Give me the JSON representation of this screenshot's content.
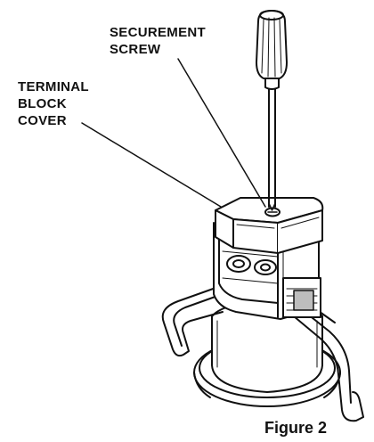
{
  "labels": {
    "securement_screw": [
      "SECUREMENT",
      "SCREW"
    ],
    "terminal_block_cover": [
      "TERMINAL",
      "BLOCK",
      "COVER"
    ]
  },
  "caption": "Figure 2",
  "colors": {
    "ink": "#111111",
    "shade": "#bdbdbd",
    "background": "#ffffff"
  }
}
